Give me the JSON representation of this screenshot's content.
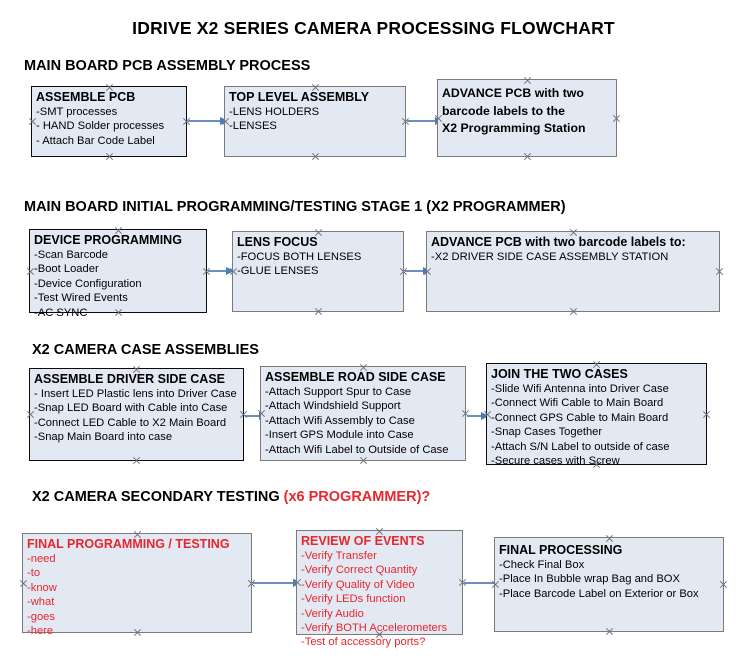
{
  "document": {
    "title": "IDRIVE X2  SERIES CAMERA PROCESSING FLOWCHART"
  },
  "sections": [
    {
      "id": "main-board-pcb-assembly",
      "heading": "MAIN BOARD PCB ASSEMBLY PROCESS",
      "heading_accent": "",
      "boxes": [
        {
          "id": "assemble-pcb",
          "title": "ASSEMBLE PCB",
          "lines": [
            "-SMT processes",
            "- HAND Solder processes",
            "- Attach Bar Code Label"
          ]
        },
        {
          "id": "top-level-assembly",
          "title": "TOP LEVEL ASSEMBLY",
          "lines": [
            "-LENS HOLDERS",
            "-LENSES"
          ]
        },
        {
          "id": "advance-pcb-to-x2-programming-station",
          "title": "",
          "bold_lines": [
            "ADVANCE PCB with two",
            "barcode labels to the",
            " X2 Programming Station"
          ],
          "lines": []
        }
      ]
    },
    {
      "id": "main-board-initial-programming",
      "heading": "MAIN BOARD INITIAL PROGRAMMING/TESTING STAGE 1 (X2 PROGRAMMER)",
      "heading_accent": "",
      "boxes": [
        {
          "id": "device-programming",
          "title": "DEVICE PROGRAMMING",
          "lines": [
            "-Scan Barcode",
            "-Boot Loader",
            "-Device Configuration",
            "-Test Wired Events",
            "-AC SYNC"
          ]
        },
        {
          "id": "lens-focus",
          "title": "LENS FOCUS",
          "lines": [
            "-FOCUS BOTH LENSES",
            "-GLUE LENSES"
          ]
        },
        {
          "id": "advance-pcb-to-driver-side-case-station",
          "title": "ADVANCE PCB with two barcode labels to:",
          "lines": [
            "-X2 DRIVER  SIDE  CASE  ASSEMBLY STATION"
          ]
        }
      ]
    },
    {
      "id": "x2-camera-case-assemblies",
      "heading": "X2 CAMERA CASE ASSEMBLIES",
      "heading_accent": "",
      "boxes": [
        {
          "id": "assemble-driver-side-case",
          "title": "ASSEMBLE DRIVER SIDE CASE",
          "lines": [
            "- Insert LED Plastic lens into Driver Case",
            "-Snap LED Board with Cable into Case",
            "-Connect LED Cable to X2 Main Board",
            "-Snap Main Board into case"
          ]
        },
        {
          "id": "assemble-road-side-case",
          "title": "ASSEMBLE ROAD SIDE CASE",
          "lines": [
            "-Attach Support Spur to Case",
            "-Attach Windshield Support",
            "-Attach Wifi Assembly to Case",
            "-Insert GPS Module into Case",
            "-Attach Wifi Label to Outside of Case"
          ]
        },
        {
          "id": "join-the-two-cases",
          "title": "JOIN THE TWO CASES",
          "lines": [
            "-Slide Wifi Antenna into Driver Case",
            "-Connect Wifi Cable to Main Board",
            "-Connect GPS Cable to Main Board",
            "-Snap Cases Together",
            "-Attach S/N Label to outside of case",
            "-Secure cases with Screw"
          ]
        }
      ]
    },
    {
      "id": "x2-camera-secondary-testing",
      "heading": "X2 CAMERA SECONDARY TESTING ",
      "heading_accent": "(x6 PROGRAMMER)?",
      "boxes": [
        {
          "id": "final-programming-testing",
          "title": "FINAL PROGRAMMING / TESTING",
          "lines": [
            "-need",
            "-to",
            "-know",
            "-what",
            "-goes",
            "-here"
          ]
        },
        {
          "id": "review-of-events",
          "title": "REVIEW OF EVENTS",
          "lines": [
            "-Verify Transfer",
            "-Verify Correct Quantity",
            "-Verify Quality of Video",
            "-Verify LEDs function",
            "-Verify Audio",
            "-Verify BOTH Accelerometers"
          ],
          "overflow_line": "-Test of accessory ports?"
        },
        {
          "id": "final-processing",
          "title": "FINAL PROCESSING",
          "lines": [
            " -Check Final Box",
            "-Place In Bubble wrap Bag and BOX",
            "-Place Barcode Label on Exterior or Box"
          ]
        }
      ]
    }
  ],
  "colors": {
    "box_fill": "#e3e9f3",
    "box_border": "#0b0b0b",
    "box_border_gray": "#7b7b7b",
    "accent_red": "#e8262d",
    "connector": "#4a7ebb",
    "text": "#000000"
  }
}
